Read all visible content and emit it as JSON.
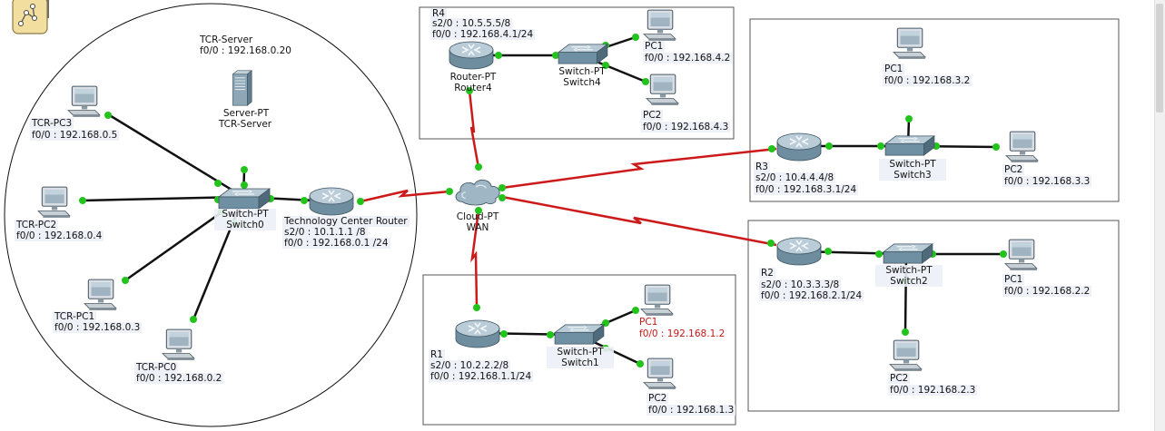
{
  "links": {
    "color_lan": "#111111",
    "color_wan": "#cc1a1a",
    "color_port": "#22c41c"
  },
  "tcr": {
    "server": {
      "name": "TCR-Server",
      "ip": "f0/0 : 192.168.0.20",
      "type": "Server-PT",
      "label": "TCR-Server"
    },
    "pc3": {
      "name": "TCR-PC3",
      "ip": "f0/0 : 192.168.0.5"
    },
    "pc2": {
      "name": "TCR-PC2",
      "ip": "f0/0 : 192.168.0.4"
    },
    "pc1": {
      "name": "TCR-PC1",
      "ip": "f0/0 : 192.168.0.3"
    },
    "pc0": {
      "name": "TCR-PC0",
      "ip": "f0/0 : 192.168.0.2"
    },
    "switch": {
      "type": "Switch-PT",
      "name": "Switch0"
    },
    "router": {
      "name": "Technology Center Router",
      "s2": "s2/0 : 10.1.1.1 /8",
      "f0": "f0/0 : 192.168.0.1 /24"
    }
  },
  "cloud": {
    "type": "Cloud-PT",
    "name": "WAN"
  },
  "r4": {
    "name": "R4",
    "s2": "s2/0 : 10.5.5.5/8",
    "f0": "f0/0 : 192.168.4.1/24",
    "router_type": "Router-PT",
    "router_name": "Router4",
    "switch_type": "Switch-PT",
    "switch_name": "Switch4",
    "pc1": {
      "name": "PC1",
      "ip": "f0/0 : 192.168.4.2"
    },
    "pc2": {
      "name": "PC2",
      "ip": "f0/0 : 192.168.4.3"
    }
  },
  "r1": {
    "name": "R1",
    "s2": "s2/0 : 10.2.2.2/8",
    "f0": "f0/0 : 192.168.1.1/24",
    "switch_type": "Switch-PT",
    "switch_name": "Switch1",
    "pc1": {
      "name": "PC1",
      "ip": "f0/0 : 192.168.1.2"
    },
    "pc2": {
      "name": "PC2",
      "ip": "f0/0 : 192.168.1.3"
    }
  },
  "r3": {
    "name": "R3",
    "s2": "s2/0 : 10.4.4.4/8",
    "f0": "f0/0 : 192.168.3.1/24",
    "switch_type": "Switch-PT",
    "switch_name": "Switch3",
    "pc1": {
      "name": "PC1",
      "ip": "f0/0 : 192.168.3.2"
    },
    "pc2": {
      "name": "PC2",
      "ip": "f0/0 : 192.168.3.3"
    }
  },
  "r2": {
    "name": "R2",
    "s2": "s2/0 : 10.3.3.3/8",
    "f0": "f0/0 : 192.168.2.1/24",
    "switch_type": "Switch-PT",
    "switch_name": "Switch2",
    "pc1": {
      "name": "PC1",
      "ip": "f0/0 : 192.168.2.2"
    },
    "pc2": {
      "name": "PC2",
      "ip": "f0/0 : 192.168.2.3"
    }
  }
}
